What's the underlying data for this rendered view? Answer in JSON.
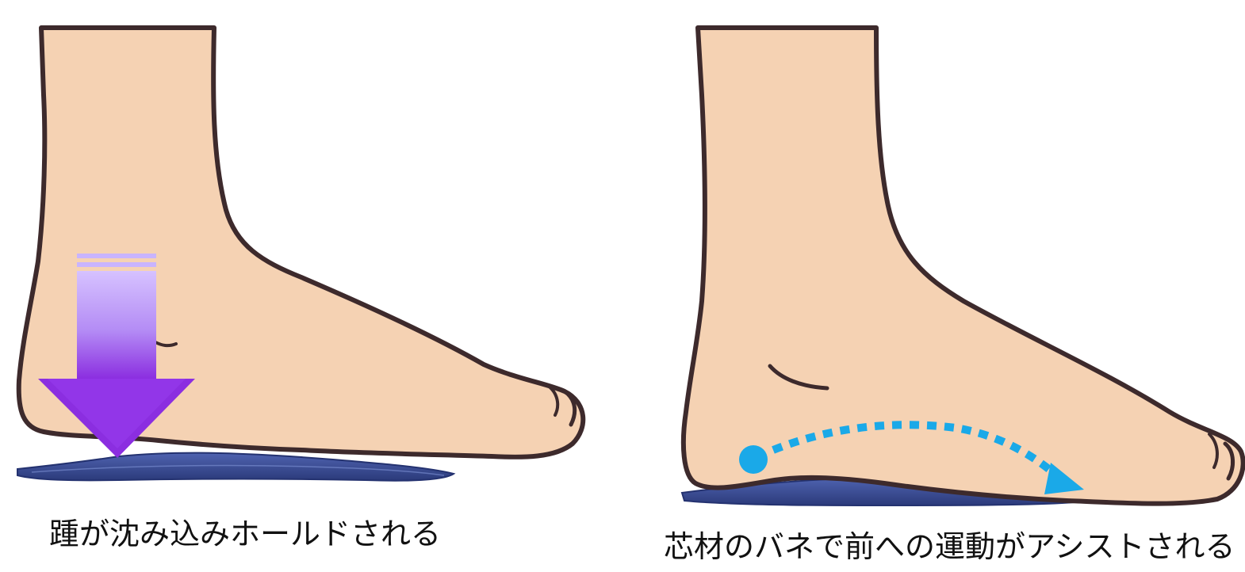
{
  "panels": [
    {
      "caption": "踵が沈み込みホールドされる",
      "icons": [
        "foot-illustration",
        "insole-illustration",
        "down-arrow-icon"
      ],
      "colors": {
        "skin": "#f5d2b3",
        "outline": "#3d2a2c",
        "insole": "#3b4f9a",
        "arrow_top": "#d3b8ff",
        "arrow_bottom": "#8a2be2"
      }
    },
    {
      "caption": "芯材のバネで前への運動がアシストされる",
      "icons": [
        "foot-illustration",
        "insole-illustration",
        "dotted-forward-arrow-icon"
      ],
      "colors": {
        "skin": "#f5d2b3",
        "outline": "#3d2a2c",
        "insole": "#3b4f9a",
        "arrow": "#1aa9e8"
      }
    }
  ]
}
